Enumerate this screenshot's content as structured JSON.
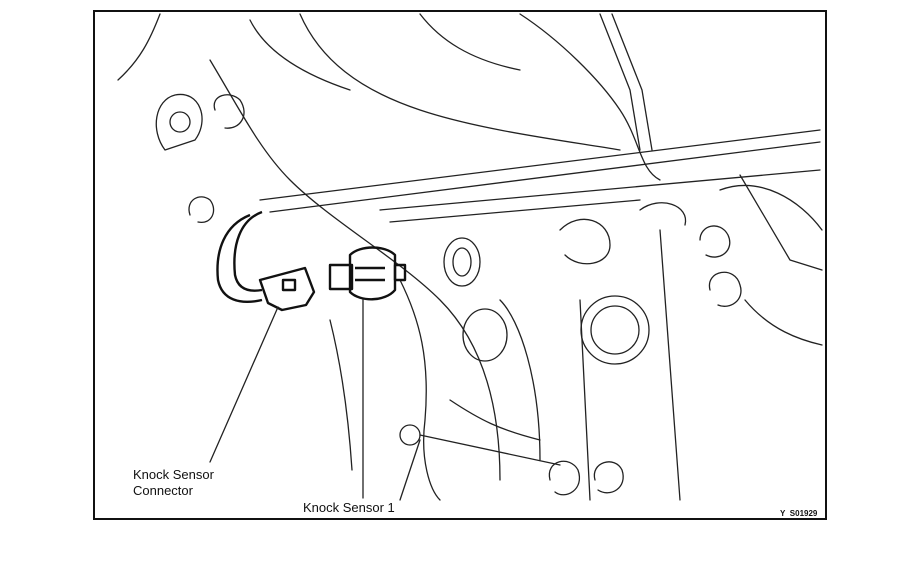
{
  "labels": {
    "connector": "Knock Sensor\nConnector",
    "connector_line1": "Knock Sensor",
    "connector_line2": "Connector",
    "sensor": "Knock Sensor 1"
  },
  "figure_code": {
    "prefix": "Y",
    "id": "S01929"
  }
}
